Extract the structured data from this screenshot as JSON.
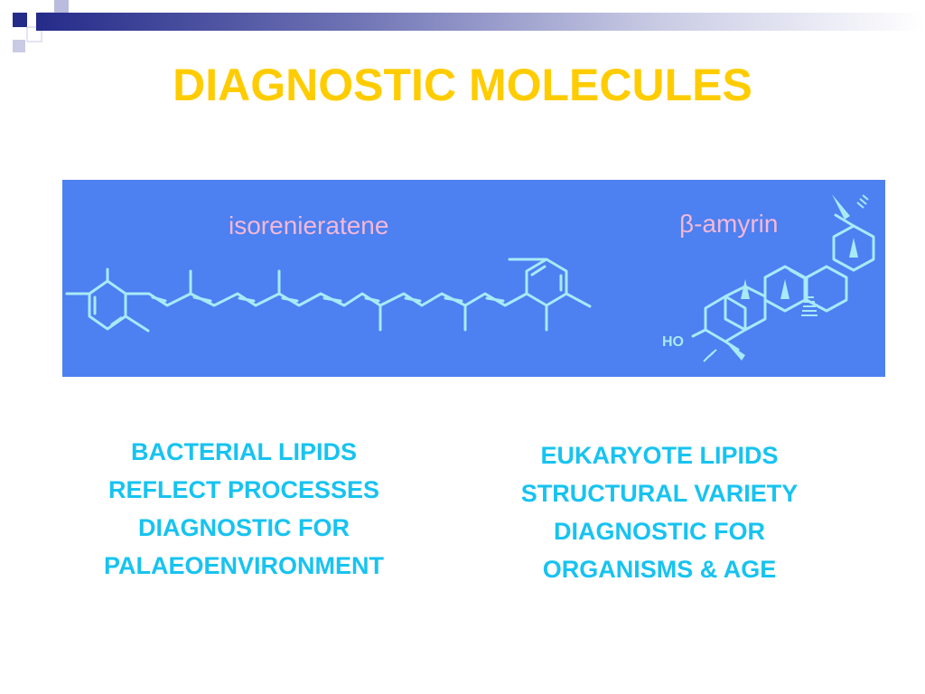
{
  "slide": {
    "title": "DIAGNOSTIC MOLECULES"
  },
  "diagram": {
    "molecule_left": "isorenieratene",
    "molecule_right_symbol": "β",
    "molecule_right_name": "-amyrin",
    "hydroxyl_label": "HO"
  },
  "left_column": {
    "lines": [
      "BACTERIAL LIPIDS",
      "REFLECT PROCESSES",
      "DIAGNOSTIC FOR",
      "PALAEOENVIRONMENT"
    ]
  },
  "right_column": {
    "lines": [
      "EUKARYOTE LIPIDS",
      "STRUCTURAL VARIETY",
      "DIAGNOSTIC FOR",
      "ORGANISMS & AGE"
    ]
  },
  "colors": {
    "title": "#ffcc00",
    "panel": "#4d80f1",
    "structure": "#a8eaf8",
    "molecule_label": "#f4b8d8",
    "body_text": "#17c3f0",
    "accent": "#252b89"
  }
}
